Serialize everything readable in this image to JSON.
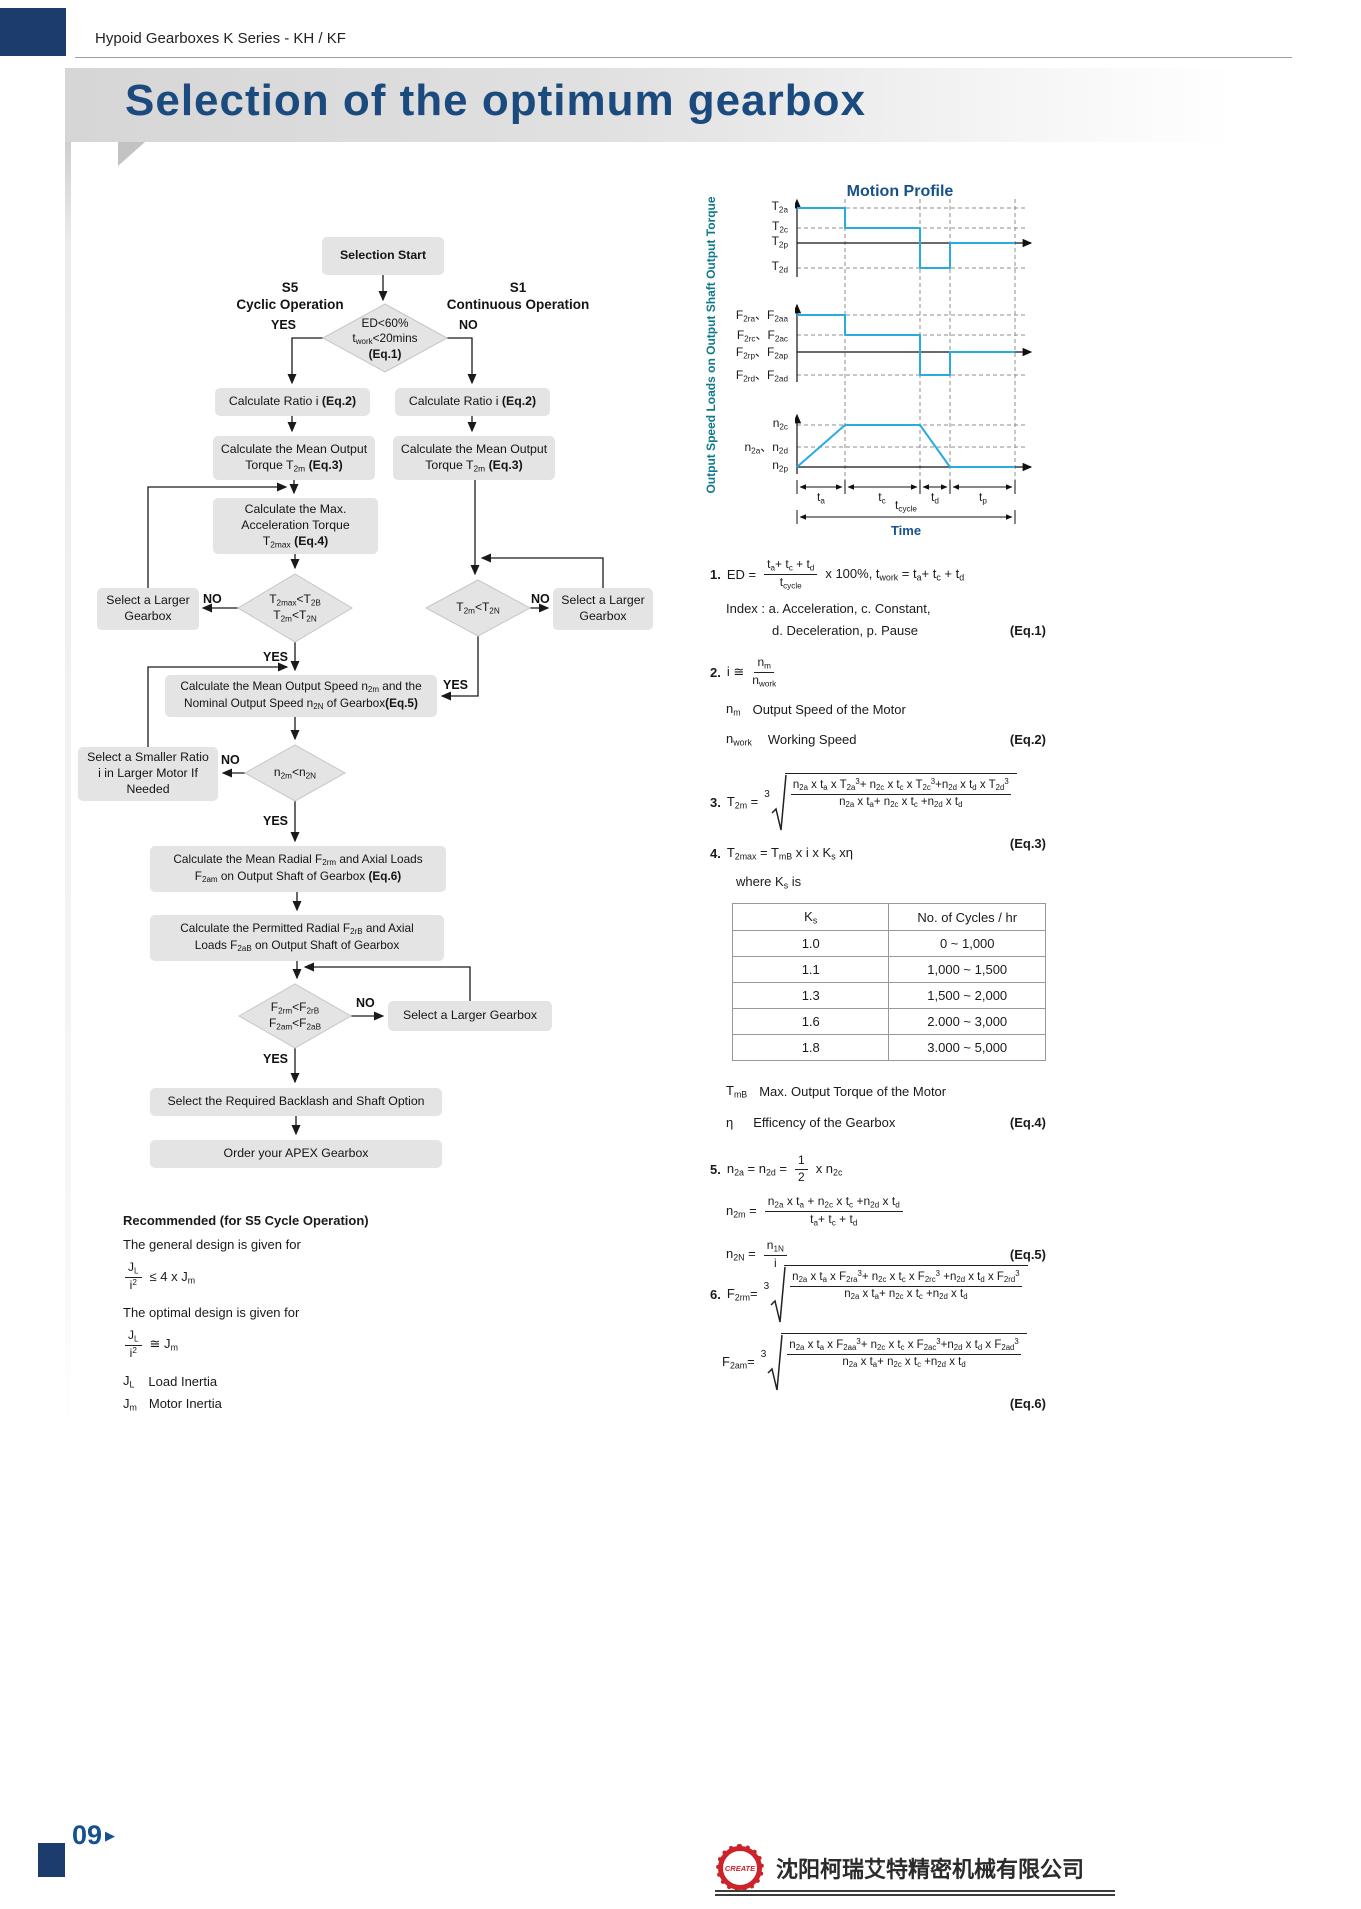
{
  "header": {
    "breadcrumb": "Hypoid Gearboxes K Series - KH / KF"
  },
  "title": "Selection of the optimum gearbox",
  "colors": {
    "navy": "#1b4a7e",
    "cyan": "#29abe2",
    "teal": "#0d7a8c",
    "red": "#cc2229",
    "box_gray": "#e4e4e4"
  },
  "flow": {
    "start": "Selection Start",
    "s5": "S5",
    "s5_sub": "Cyclic Operation",
    "s1": "S1",
    "s1_sub": "Continuous Operation",
    "yes": "YES",
    "no": "NO",
    "d_ed": "ED<60%\nt_{work}<20mins\n*{(Eq.1)}",
    "ratio": "Calculate Ratio i  *{(Eq.2)}",
    "torque": "Calculate the Mean Output\nTorque T_{2m}    *{(Eq.3)}",
    "maxaccel": "Calculate the Max.\nAcceleration Torque\nT_{2max}   *{(Eq.4)}",
    "d_t2max": "T_{2max}<T_{2B}\nT_{2m}<T_{2N}",
    "larger": "Select a Larger\nGearbox",
    "d_t2m": "T_{2m}<T_{2N}",
    "speed": "Calculate the Mean Output  Speed n_{2m} and the\nNominal Output Speed n_{2N} of Gearbox*{(Eq.5)}",
    "d_n2m": "n_{2m}<n_{2N}",
    "smaller": "Select a Smaller Ratio\ni in Larger Motor If\nNeeded",
    "radial": "Calculate the Mean Radial F_{2rm} and Axial  Loads\nF_{2am} on Output Shaft of Gearbox *{(Eq.6)}",
    "permitted": "Calculate the Permitted Radial F_{2rB} and Axial\nLoads F_{2aB} on Output Shaft of Gearbox",
    "d_f2": "F_{2rm}<F_{2rB}\nF_{2am}<F_{2aB}",
    "larger2": "Select a Larger  Gearbox",
    "backlash": "Select the Required Backlash and Shaft Option",
    "order": "Order your APEX Gearbox"
  },
  "rec": {
    "title": "Recommended (for S5 Cycle Operation)",
    "general": "The general design is given for",
    "f_num": "J_{L}",
    "f_den": "i^{2}",
    "general_rhs": "≤ 4 x J_{m}",
    "optimal": "The optimal design is given for",
    "optimal_rhs": "≅ J_{m}",
    "jl_sym": "J_{L}",
    "jl_desc": "Load Inertia",
    "jm_sym": "J_{m}",
    "jm_desc": "Motor Inertia"
  },
  "motion": {
    "title": "Motion Profile",
    "y_axis": "Output Speed Loads on Output Shaft Output Torque",
    "t2a": "T_{2a}",
    "t2c": "T_{2c}",
    "t2p": "T_{2p}",
    "t2d": "T_{2d}",
    "f_ra": "F_{2ra}、F_{2aa}",
    "f_rc": "F_{2rc}、F_{2ac}",
    "f_rp": "F_{2rp}、F_{2ap}",
    "f_rd": "F_{2rd}、F_{2ad}",
    "n2c": "n_{2c}",
    "n2ad": "n_{2a}、n_{2d}",
    "n2p": "n_{2p}",
    "ta": "t_{a}",
    "tc": "t_{c}",
    "td": "t_{d}",
    "tp": "t_{p}",
    "tcycle": "t_{cycle}",
    "time": "Time"
  },
  "eq": {
    "e1": {
      "no": "1.",
      "lhs": "ED =",
      "num": "t_{a}+ t_{c} + t_{d}",
      "den": "t_{cycle}",
      "rhs": "x 100%, t_{work} = t_{a}+ t_{c} + t_{d}",
      "index1": "Index : a. Acceleration, c. Constant,",
      "index2": "d. Deceleration, p. Pause",
      "tag": "(Eq.1)"
    },
    "e2": {
      "no": "2.",
      "lhs": "i ≅",
      "num": "n_{m}",
      "den": "n_{work}",
      "sym1": "n_{m}",
      "desc1": "Output Speed of the Motor",
      "sym2": "n_{work}",
      "desc2": "Working Speed",
      "tag": "(Eq.2)"
    },
    "e3": {
      "no": "3.",
      "lhs": "T_{2m} =",
      "idx": "3",
      "num": "n_{2a} x t_{a} x T_{2a}^{3}+ n_{2c} x t_{c} x T_{2c}^{3}+n_{2d} x t_{d} x T_{2d}^{3}",
      "den": "n_{2a} x t_{a}+ n_{2c} x t_{c} +n_{2d} x t_{d}",
      "tag": "(Eq.3)"
    },
    "e4": {
      "no": "4.",
      "line": "T_{2max} = T_{mB} x i x K_{s} xη",
      "where": "where K_{s} is",
      "col1": "K_{s}",
      "col2": "No. of Cycles / hr",
      "rows": [
        [
          "1.0",
          "0 ~ 1,000"
        ],
        [
          "1.1",
          "1,000 ~ 1,500"
        ],
        [
          "1.3",
          "1,500 ~ 2,000"
        ],
        [
          "1.6",
          "2.000 ~ 3,000"
        ],
        [
          "1.8",
          "3.000 ~ 5,000"
        ]
      ],
      "sym1": "T_{mB}",
      "desc1": "Max. Output Torque of the Motor",
      "sym2": "η",
      "desc2": "Efficency of the Gearbox",
      "tag": "(Eq.4)"
    },
    "e5": {
      "no": "5.",
      "l1": "n_{2a} = n_{2d} =",
      "l1num": "1",
      "l1den": "2",
      "l1rhs": "x n_{2c}",
      "l2": "n_{2m} =",
      "l2num": "n_{2a} x t_{a} + n_{2c} x t_{c} +n_{2d} x t_{d}",
      "l2den": "t_{a}+ t_{c} + t_{d}",
      "l3": "n_{2N} =",
      "l3num": "n_{1N}",
      "l3den": "i",
      "tag": "(Eq.5)"
    },
    "e6": {
      "no": "6.",
      "l1": "F_{2rm}=",
      "idx": "3",
      "num1": "n_{2a} x t_{a} x F_{2ra}^{3}+ n_{2c} x t_{c} x F_{2rc}^{3} +n_{2d} x t_{d} x F_{2rd}^{3}",
      "l2": "F_{2am}=",
      "num2": "n_{2a} x t_{a} x F_{2aa}^{3}+ n_{2c} x t_{c} x F_{2ac}^{3}+n_{2d} x t_{d} x F_{2ad}^{3}",
      "den": "n_{2a} x t_{a}+ n_{2c} x t_{c} +n_{2d} x t_{d}",
      "tag": "(Eq.6)"
    }
  },
  "footer": {
    "page_number": "09",
    "logo_text": "CREATE",
    "company": "沈阳柯瑞艾特精密机械有限公司"
  }
}
